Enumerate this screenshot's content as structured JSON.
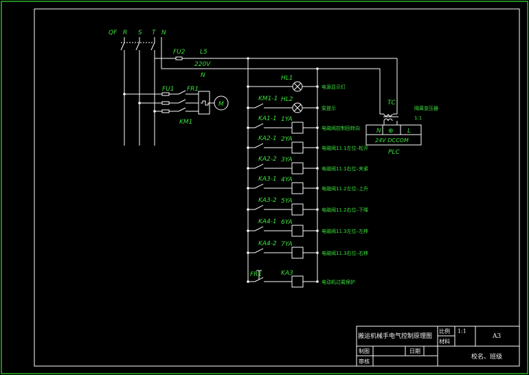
{
  "supply": {
    "labels": [
      "QF",
      "R",
      "S",
      "T",
      "N"
    ]
  },
  "control_feed": {
    "fuse": "FU2",
    "line": "L5",
    "voltage": "220V",
    "neutral": "N"
  },
  "motor_circuit": {
    "fuse": "FU1",
    "relay": "FR1",
    "contactor": "KM1",
    "motor": "M"
  },
  "rungs": [
    {
      "contact": "",
      "device": "HL1",
      "kind": "lamp",
      "caption": "电源显示灯"
    },
    {
      "contact": "KM1-1",
      "device": "HL2",
      "kind": "lamp",
      "caption": "泵提示"
    },
    {
      "contact": "KA1-1",
      "device": "1YA",
      "kind": "coil",
      "caption": "电磁阀控制回转向"
    },
    {
      "contact": "KA2-1",
      "device": "2YA",
      "kind": "coil",
      "caption": "电磁阀11.1左位–松开"
    },
    {
      "contact": "KA2-2",
      "device": "3YA",
      "kind": "coil",
      "caption": "电磁阀11.1右位–夹紧"
    },
    {
      "contact": "KA3-1",
      "device": "4YA",
      "kind": "coil",
      "caption": "电磁阀11.2左位–上升"
    },
    {
      "contact": "KA3-2",
      "device": "5YA",
      "kind": "coil",
      "caption": "电磁阀11.2右位–下降"
    },
    {
      "contact": "KA4-1",
      "device": "6YA",
      "kind": "coil",
      "caption": "电磁阀11.3左位–左移"
    },
    {
      "contact": "KA4-2",
      "device": "7YA",
      "kind": "coil",
      "caption": "电磁阀11.3右位–右移"
    },
    {
      "contact": "FR1",
      "device": "KA3",
      "kind": "coil",
      "caption": "电动机过载保护"
    }
  ],
  "transformer": {
    "label": "TC",
    "caption": "隔离变压器",
    "ratio": "1:1"
  },
  "plc": {
    "label": "PLC",
    "terminals": [
      "N",
      "⊕",
      "L"
    ],
    "supply": "24V DCCOM"
  },
  "title_block": {
    "title": "搬运机械手电气控制原理图",
    "scale_label": "比例",
    "scale_value": "1:1",
    "material_label": "材料",
    "sheet_size": "A3",
    "drawn_label": "制图",
    "date_label": "日期",
    "checked_label": "审核",
    "school": "校名、班级"
  }
}
